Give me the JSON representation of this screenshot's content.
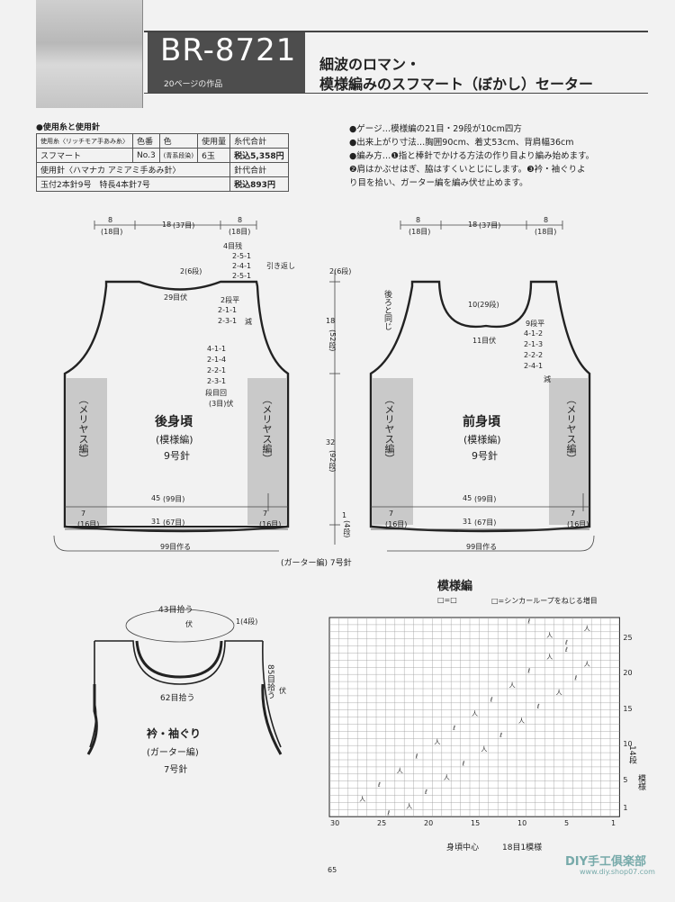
{
  "header": {
    "code": "BR-8721",
    "page_ref": "20ページの作品",
    "title_line1": "細波のロマン・",
    "title_line2": "模様編みのスフマート（ぼかし）セーター"
  },
  "materials": {
    "heading": "●使用糸と使用針",
    "col_yarn": "使用糸〈リッチモア手あみ糸〉",
    "col_colorno": "色番",
    "col_color": "色",
    "col_amount": "使用量",
    "col_total": "糸代合計",
    "row_yarn": "スフマート",
    "row_colorno": "No.3",
    "row_color": "(青系段染)",
    "row_amount": "6玉",
    "row_total": "税込5,358円",
    "needle_label": "使用針〈ハマナカ アミアミ手あみ針〉",
    "needle_total_label": "針代合計",
    "needle_spec": "玉付2本針9号　特長4本針7号",
    "needle_total": "税込893円"
  },
  "gauge": {
    "line1": "●ゲージ…模様編の21目・29段が10cm四方",
    "line2": "●出来上がり寸法…胸囲90cm、着丈53cm、背肩幅36cm",
    "line3": "●編み方…❶指と棒針でかける方法の作り目より編み始めます。",
    "line4": "❷肩はかぶせはぎ、脇はすくいとじにします。❸衿・袖ぐりよ",
    "line5": "り目を拾い、ガーター編を編み伏せ止めます。"
  },
  "back": {
    "dim_left": "8",
    "dim_left_sub": "(18目)",
    "dim_mid": "18",
    "dim_mid_sub": "(37目)",
    "dim_right": "8",
    "dim_right_sub": "(18目)",
    "rows_top": "4目残",
    "dec1": "2-5-1",
    "dec2": "2-4-1",
    "dec3": "2-5-1",
    "hikikaeshi": "引き返し",
    "neck_rows": "2(6段)",
    "neck_bind": "29目伏",
    "arm_plain": "2段平",
    "arm_a": "2-1-1",
    "arm_b": "2-3-1",
    "arm_gen": "減",
    "arm2_a": "4-1-1",
    "arm2_b": "2-1-4",
    "arm2_c": "2-2-1",
    "arm2_d": "2-3-1",
    "arm2_e": "段目回",
    "arm_bind": "(3目)伏",
    "side_left": "（メリヤス編）",
    "side_right": "（メリヤス編）",
    "name": "後身頃",
    "stitch": "(模様編)",
    "needle": "9号針",
    "width_full": "45",
    "width_full_sub": "(99目)",
    "edge_l": "7",
    "edge_l_sub": "(16目)",
    "width_mid": "31",
    "width_mid_sub": "(67目)",
    "edge_r": "7",
    "edge_r_sub": "(16目)",
    "cast_on": "99目作る"
  },
  "center_dims": {
    "top": "2(6段)",
    "arm": "18",
    "arm_rows": "(52段)",
    "body": "32",
    "body_rows": "(92段)",
    "hem": "1",
    "hem_rows": "(4段)"
  },
  "garter": "(ガーター編) 7号針",
  "front": {
    "dim_left": "8",
    "dim_left_sub": "(18目)",
    "dim_mid": "18",
    "dim_mid_sub": "(37目)",
    "dim_right": "8",
    "dim_right_sub": "(18目)",
    "same_as_back": "後ろと同じ",
    "neck_depth": "10(29段)",
    "neck_bind": "11目伏",
    "neck_plain": "9段平",
    "n1": "4-1-2",
    "n2": "2-1-3",
    "n3": "2-2-2",
    "n4": "2-4-1",
    "gen": "減",
    "side_left": "（メリヤス編）",
    "side_right": "（メリヤス編）",
    "name": "前身頃",
    "stitch": "(模様編)",
    "needle": "9号針",
    "width_full": "45",
    "width_full_sub": "(99目)",
    "edge_l": "7",
    "edge_l_sub": "(16目)",
    "width_mid": "31",
    "width_mid_sub": "(67目)",
    "edge_r": "7",
    "edge_r_sub": "(16目)",
    "cast_on": "99目作る"
  },
  "collar": {
    "pick_top": "43目拾う",
    "fuse1": "伏",
    "rows": "1(4段)",
    "arm_pick": "85目拾う",
    "fuse2": "伏",
    "pick_bottom": "62目拾う",
    "name": "衿・袖ぐり",
    "stitch": "(ガーター編)",
    "needle": "7号針"
  },
  "chart": {
    "title": "模様編",
    "legend_a": "□=□",
    "legend_b": "□=シンカーループをねじる増目",
    "y_ticks": [
      "25",
      "20",
      "15",
      "10",
      "5",
      "1"
    ],
    "x_ticks": [
      "30",
      "25",
      "20",
      "15",
      "10",
      "5",
      "1"
    ],
    "right_label_num": "14段",
    "right_label": "模様",
    "center_label": "身頃中心",
    "repeat_label": "18目1模様"
  },
  "footer": {
    "page_no": "65",
    "watermark": "DIY手工俱楽部",
    "watermark_url": "www.diy.shop07.com"
  }
}
